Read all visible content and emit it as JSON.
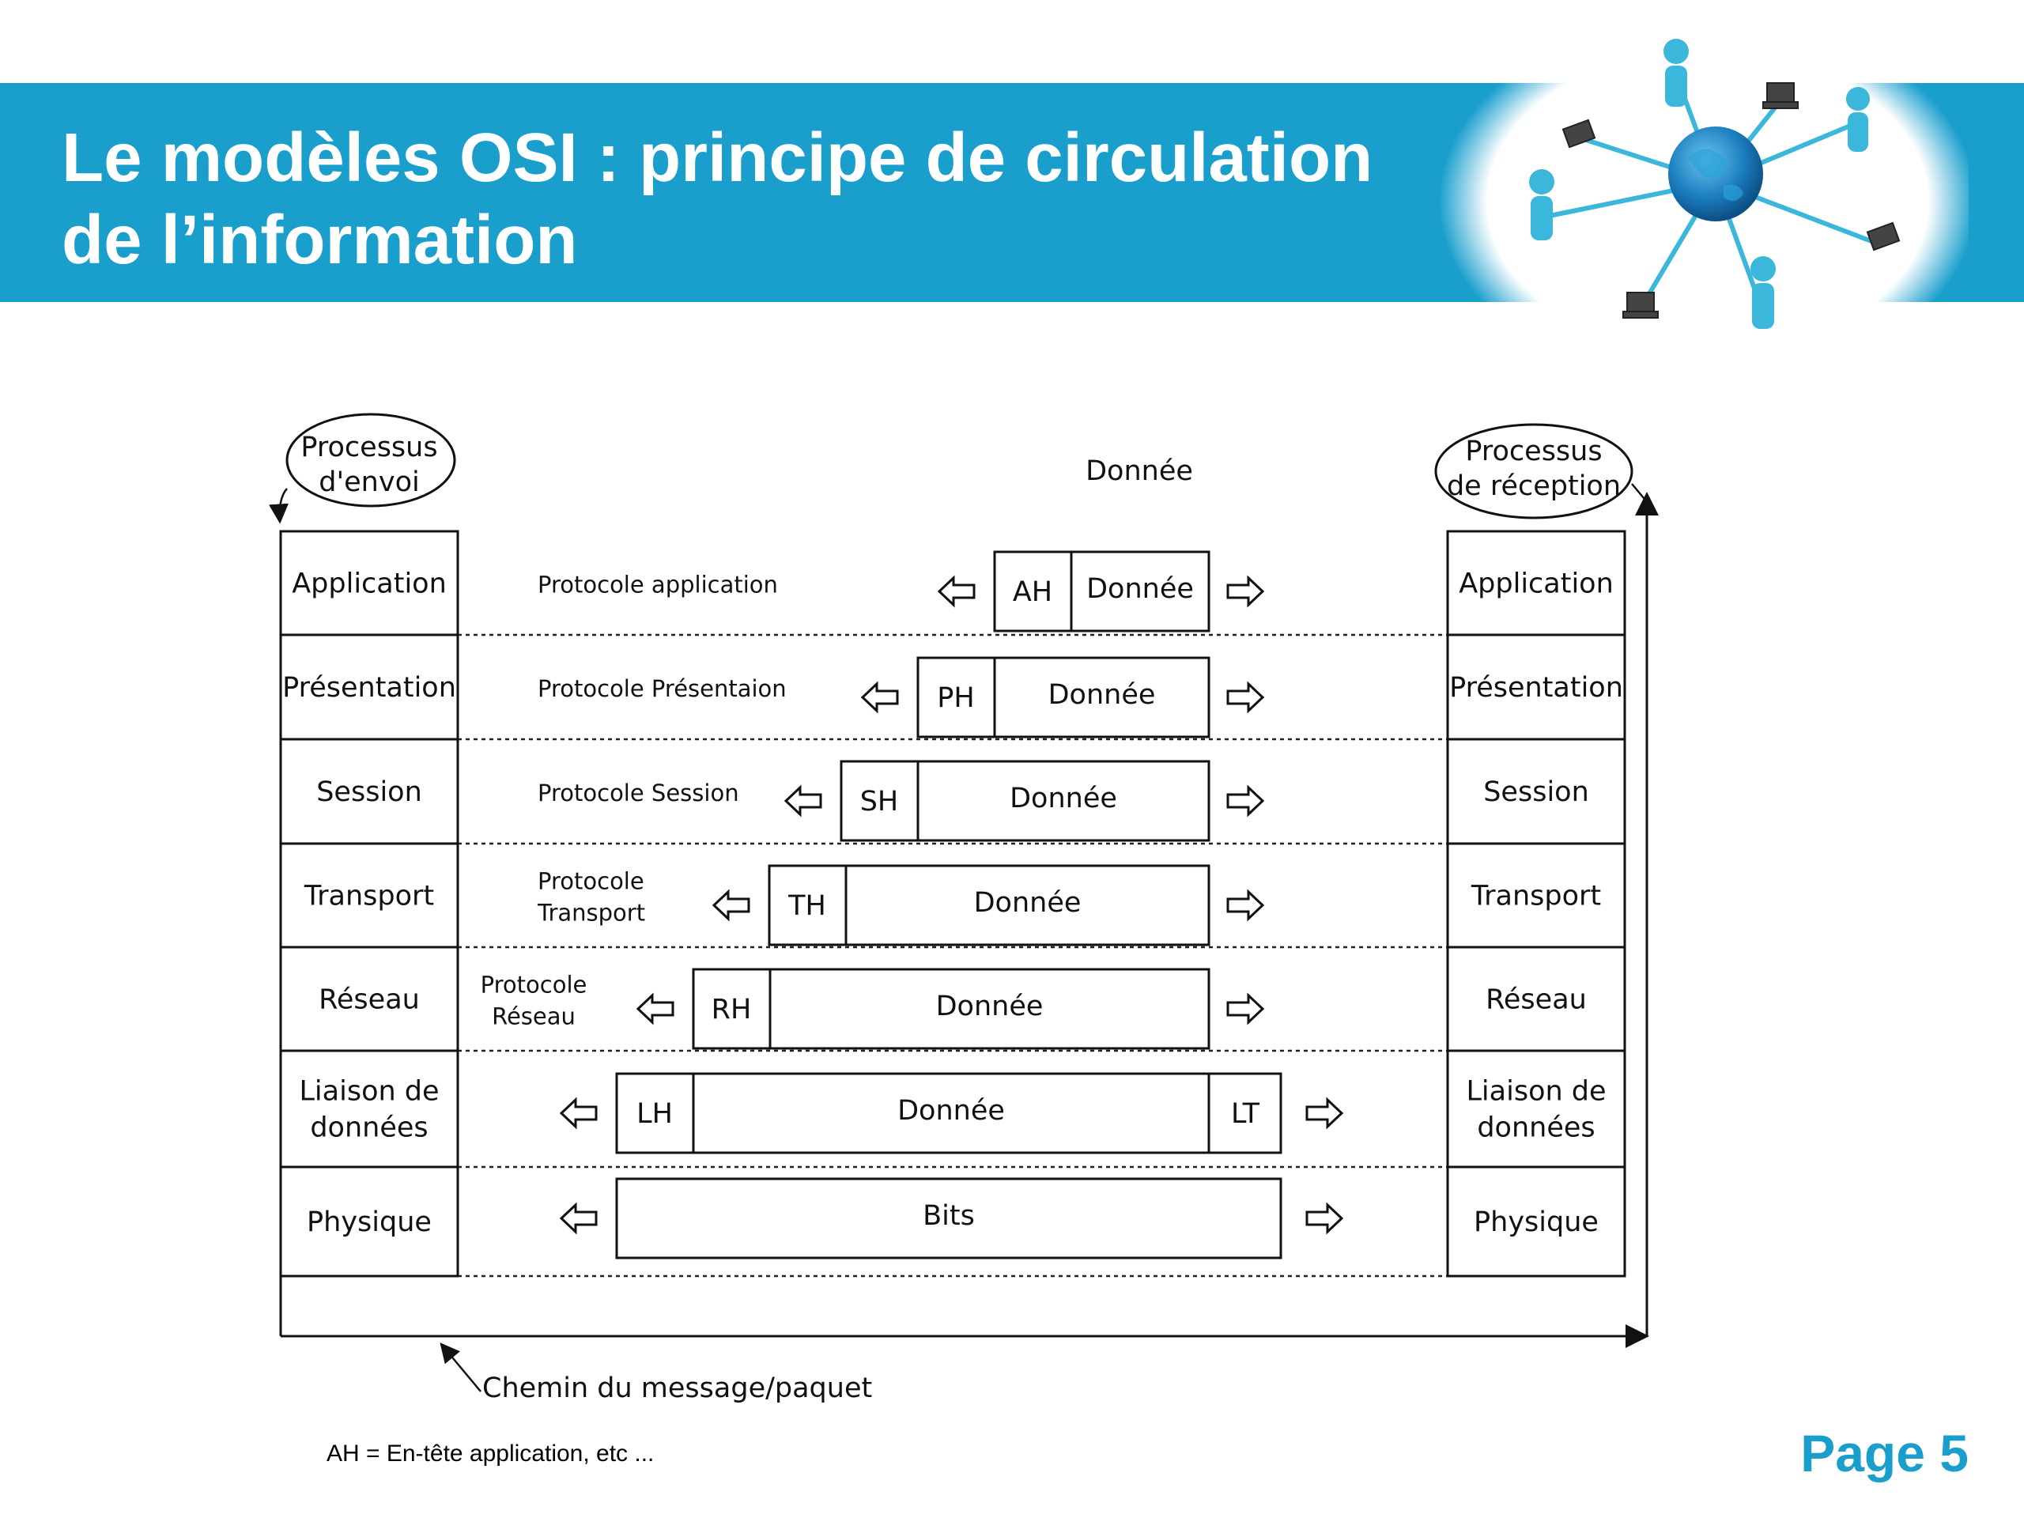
{
  "slide": {
    "title_line1": "Le modèles OSI : principe de circulation",
    "title_line2": "de l’information",
    "page_label": "Page 5",
    "footnote": "AH = En-tête application, etc ...",
    "accent_color": "#1a9fcd",
    "header_illustration": "network-globe-people-laptops"
  },
  "diagram": {
    "sender_label": [
      "Processus",
      "d'envoi"
    ],
    "receiver_label": [
      "Processus",
      "de réception"
    ],
    "top_data_label": "Donnée",
    "path_label": "Chemin du message/paquet",
    "layers": [
      {
        "name": [
          "Application"
        ],
        "protocol": [
          "Protocole application"
        ],
        "header": "AH",
        "data": "Donnée",
        "trailer": ""
      },
      {
        "name": [
          "Présentation"
        ],
        "protocol": [
          "Protocole Présentaion"
        ],
        "header": "PH",
        "data": "Donnée",
        "trailer": ""
      },
      {
        "name": [
          "Session"
        ],
        "protocol": [
          "Protocole Session"
        ],
        "header": "SH",
        "data": "Donnée",
        "trailer": ""
      },
      {
        "name": [
          "Transport"
        ],
        "protocol": [
          "Protocole",
          "Transport"
        ],
        "header": "TH",
        "data": "Donnée",
        "trailer": ""
      },
      {
        "name": [
          "Réseau"
        ],
        "protocol": [
          "Protocole",
          "Réseau"
        ],
        "header": "RH",
        "data": "Donnée",
        "trailer": ""
      },
      {
        "name": [
          "Liaison de",
          "données"
        ],
        "protocol": [],
        "header": "LH",
        "data": "Donnée",
        "trailer": "LT"
      },
      {
        "name": [
          "Physique"
        ],
        "protocol": [],
        "header": "",
        "data": "Bits",
        "trailer": ""
      }
    ]
  }
}
